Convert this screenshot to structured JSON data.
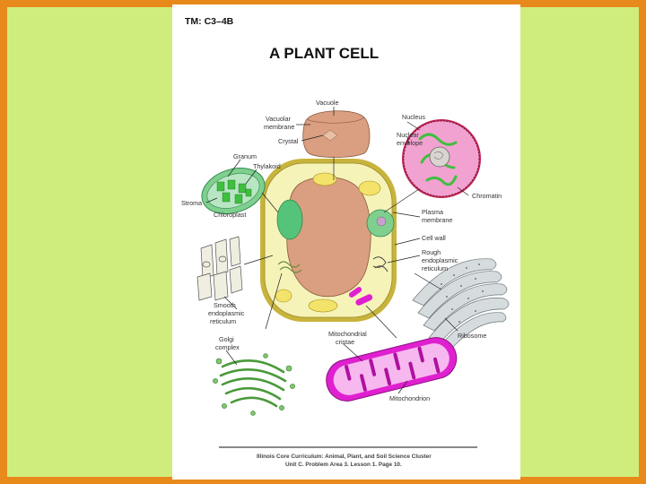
{
  "sheet": {
    "code": "TM: C3–4B",
    "title": "A PLANT CELL",
    "footer_line1": "Illinois Core Curriculum: Animal, Plant, and Soil Science Cluster",
    "footer_line2": "Unit C.  Problem Area 3.  Lesson 1.  Page 10."
  },
  "labels": {
    "vacuole": "Vacuole",
    "vacuolar_membrane_1": "Vacuolar",
    "vacuolar_membrane_2": "membrane",
    "crystal": "Crystal",
    "nucleus": "Nucleus",
    "nuclear_envelope_1": "Nuclear",
    "nuclear_envelope_2": "envelope",
    "granum": "Granum",
    "thylakoid": "Thylakoid",
    "stroma": "Stroma",
    "chloroplast": "Chloroplast",
    "chromatin": "Chromatin",
    "plasma_membrane_1": "Plasma",
    "plasma_membrane_2": "membrane",
    "cell_wall": "Cell wall",
    "rough_er_1": "Rough",
    "rough_er_2": "endoplasmic",
    "rough_er_3": "reticulum",
    "smooth_er_1": "Smooth",
    "smooth_er_2": "endoplasmic",
    "smooth_er_3": "reticulum",
    "ribosome": "Ribosome",
    "golgi_1": "Golgi",
    "golgi_2": "complex",
    "mito_cristae_1": "Mitochondrial",
    "mito_cristae_2": "cristae",
    "mitochondrion": "Mitochondrion"
  },
  "colors": {
    "frame": "#e8891c",
    "slide": "#cfed7d",
    "cytoplasm": "#f6f3b8",
    "cell_wall": "#c8b43c",
    "vacuole": "#d99f80",
    "nucleus": "#f2a2d0",
    "chloroplast_green": "#7fcf8f",
    "granum_green": "#3fbf3f",
    "mitochondrion": "#e020d0",
    "er_grey": "#b9c2c6"
  }
}
